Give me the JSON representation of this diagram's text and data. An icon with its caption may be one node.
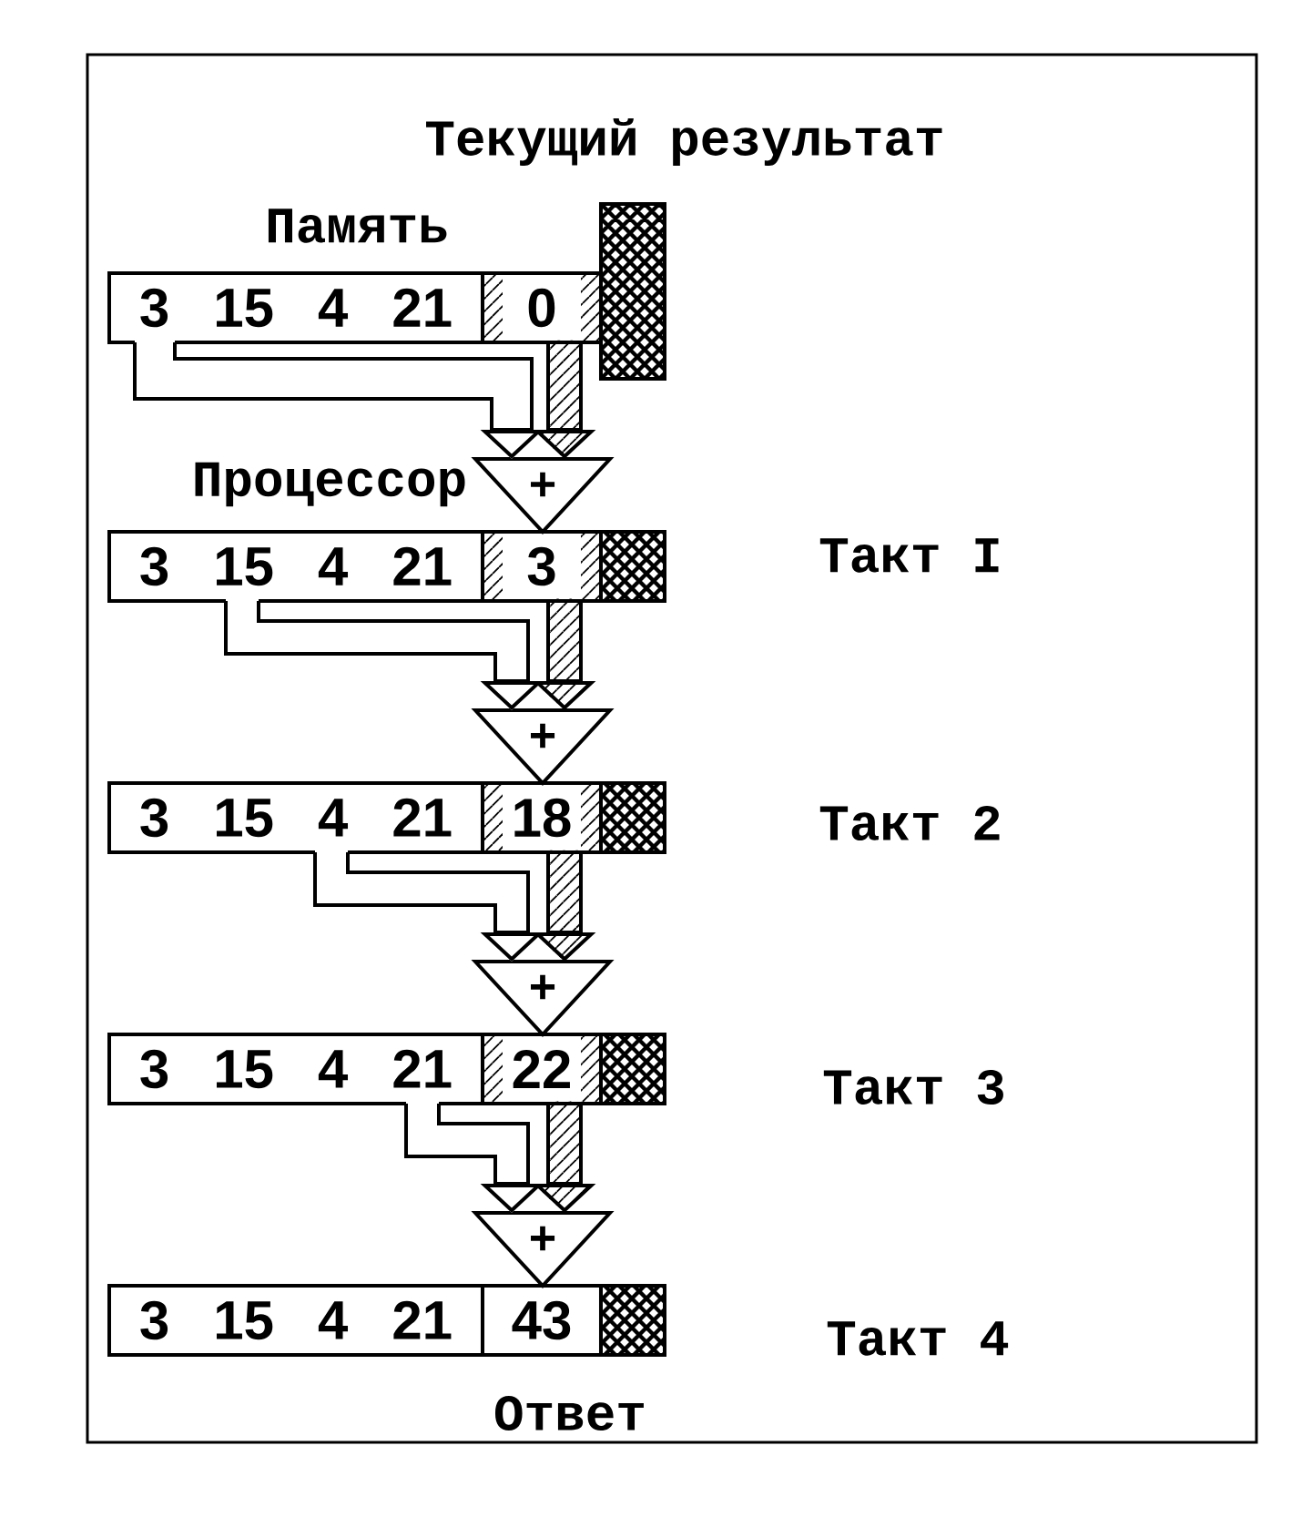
{
  "diagram": {
    "nodes": [
      {
        "text": [
          "3 15 4 21"
        ]
      },
      {
        "text": [
          "0"
        ]
      },
      {
        "text": [],
        "shape": "box"
      },
      {
        "text": [
          "+"
        ]
      },
      {
        "text": [
          "3 15 4 21"
        ]
      },
      {
        "text": [
          "3"
        ]
      },
      {
        "text": [],
        "shape": "box"
      },
      {
        "text": [
          "+"
        ]
      },
      {
        "text": [
          "3 15 4 21"
        ]
      },
      {
        "text": [
          "18"
        ]
      },
      {
        "text": [],
        "shape": "box"
      },
      {
        "text": [
          "+"
        ]
      },
      {
        "text": [
          "3 15 4 21"
        ]
      },
      {
        "text": [
          "22"
        ]
      },
      {
        "text": [],
        "shape": "box"
      },
      {
        "text": [
          "+"
        ]
      },
      {
        "text": [
          "3 15 4 21"
        ]
      },
      {
        "text": [
          "43"
        ]
      },
      {
        "text": [],
        "shape": "box"
      }
    ],
    "edges": [
      {
        "from": 0,
        "to": 3,
        "arrow": "to"
      },
      {
        "from": 1,
        "to": 3,
        "arrow": "to"
      },
      {
        "from": 4,
        "to": 7,
        "arrow": "to"
      },
      {
        "from": 5,
        "to": 7,
        "arrow": "to"
      },
      {
        "from": 8,
        "to": 11,
        "arrow": "to"
      },
      {
        "from": 9,
        "to": 11,
        "arrow": "to"
      },
      {
        "from": 12,
        "to": 15,
        "arrow": "to"
      },
      {
        "from": 13,
        "to": 15,
        "arrow": "to"
      }
    ],
    "labels": [
      "Текущий результат",
      "Память",
      "Процессор",
      "Такт I",
      "Такт 2",
      "Такт 3",
      "Такт 4",
      "Ответ"
    ]
  }
}
